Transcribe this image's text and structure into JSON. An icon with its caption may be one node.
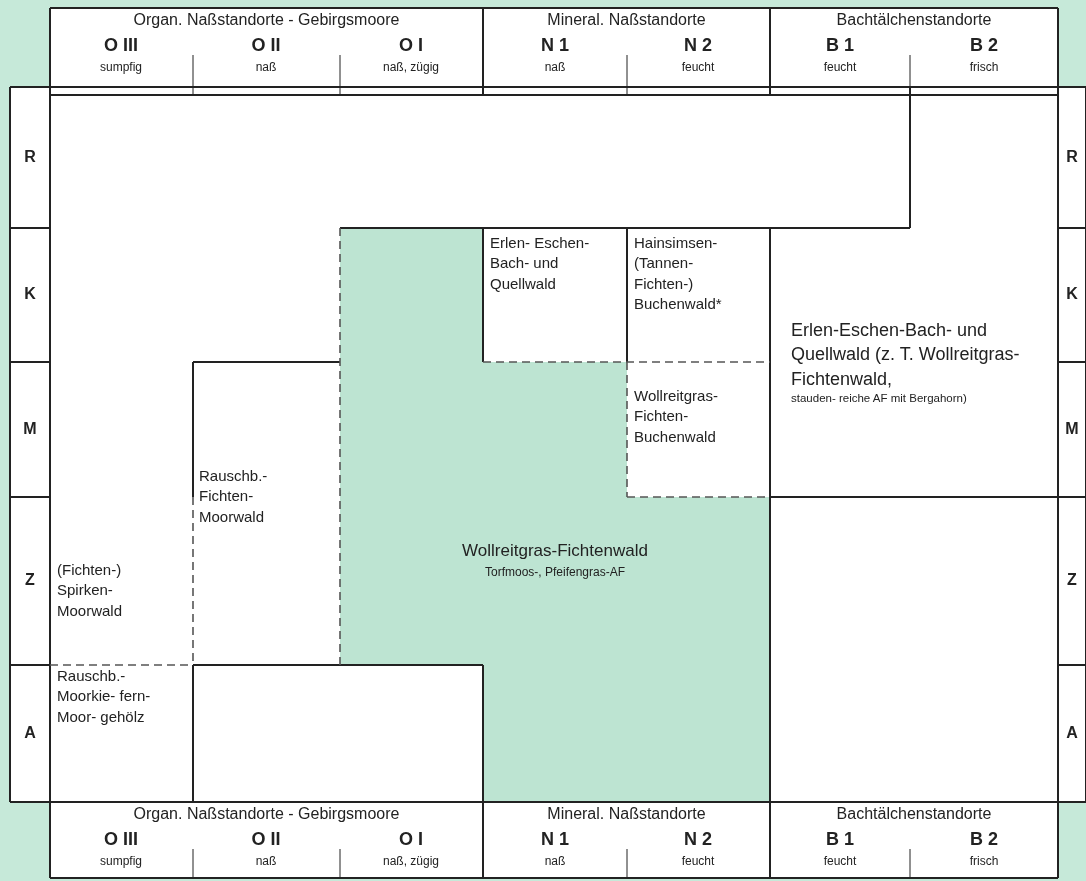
{
  "diagram": {
    "nodes": [
      {
        "text": [
          "Erlen- Eschen- Bach- und Quellwald"
        ]
      },
      {
        "text": [
          "Hainsimsen- (Tannen- Fichten-) Buchenwald*"
        ]
      },
      {
        "text": [
          "Erlen-Eschen-Bach- und Quellwald (z. T. Wollreitgras- Fichtenwald,",
          "stauden- reiche AF mit Bergahorn)"
        ]
      },
      {
        "text": [
          "Wollreitgras- Fichten- Buchenwald"
        ]
      },
      {
        "text": [
          "Rauschb.- Fichten- Moorwald"
        ]
      },
      {
        "text": [
          "Wollreitgras-Fichtenwald",
          "Torfmoos-, Pfeifengras-AF"
        ]
      },
      {
        "text": [
          "(Fichten-) Spirken- Moorwald"
        ]
      },
      {
        "text": [
          "Rauschb.- Moorkie- fern-Moor- gehölz"
        ]
      }
    ],
    "labels": [
      "Organ. Naßstandorte - Gebirgsmoore",
      "Mineral. Naßstandorte",
      "Bachtälchenstandorte",
      "O III",
      "sumpfig",
      "O II",
      "naß",
      "O I",
      "naß, zügig",
      "N 1",
      "naß",
      "N 2",
      "feucht",
      "B 1",
      "feucht",
      "B 2",
      "frisch",
      "R",
      "R",
      "K",
      "K",
      "M",
      "M",
      "Z",
      "Z",
      "A",
      "A",
      "Organ. Naßstandorte - Gebirgsmoore",
      "Mineral. Naßstandorte",
      "Bachtälchenstandorte",
      "O III",
      "sumpfig",
      "O II",
      "naß",
      "O I",
      "naß, zügig",
      "N 1",
      "naß",
      "N 2",
      "feucht",
      "B 1",
      "feucht",
      "B 2",
      "frisch"
    ]
  }
}
